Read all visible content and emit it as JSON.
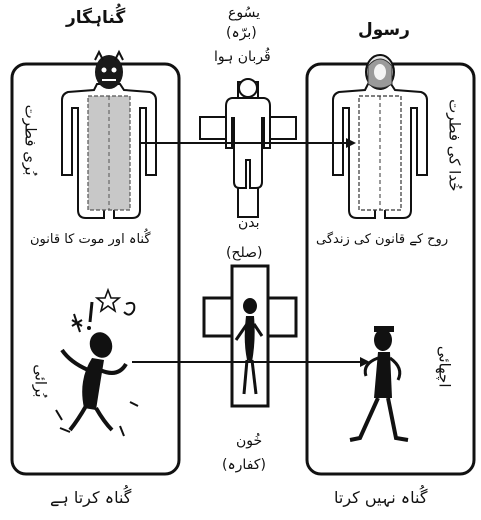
{
  "left": {
    "title": "گُناہگار",
    "nature_label": "بُری فطرت",
    "law_label": "گُناہ اور موت کا قانون",
    "deeds_label": "بُرائی",
    "footer": "گُناہ کرتا ہے"
  },
  "right": {
    "title": "رسول",
    "nature_label": "خُدا کی فطرت",
    "law_label": "روح کے قانون کی زندگی",
    "deeds_label": "اچھائی",
    "footer": "گُناہ نہیں کرتا"
  },
  "center": {
    "top_name": "یسُوع",
    "top_role": "(برّہ)",
    "top_caption": "قُربان ہوا",
    "mid_word": "بدن",
    "mid_role": "(صلح)",
    "bottom_word": "خُون",
    "bottom_role": "(کفارہ)"
  },
  "colors": {
    "ink": "#111111",
    "box_fill": "#ffffff",
    "shade": "#c8c8c8",
    "figure_fill": "#000000"
  }
}
